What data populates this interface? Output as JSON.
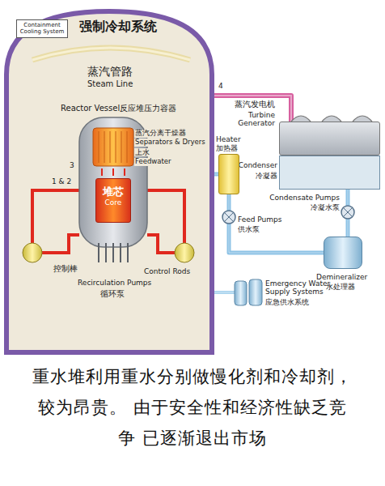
{
  "diagram": {
    "caption": "重水堆利用重水分别做慢化剂和冷却剂，较为昂贵。 由于安全性和经济性缺乏竞争 已逐渐退出市场",
    "nodes": [
      {
        "text": [
          "Containment Cooling System"
        ]
      },
      {
        "text": [
          "Reactor Vessel反应堆压力容器"
        ]
      },
      {
        "text": [
          "堆芯",
          "Core"
        ],
        "in": 1
      },
      {
        "text": [
          "蒸汽发电机",
          "Turbine Generator"
        ]
      },
      {
        "text": [
          "Condenser",
          "冷凝器"
        ]
      },
      {
        "text": [
          "Heater",
          "加热器"
        ]
      },
      {
        "text": [
          "Demineralizer",
          "水处理器"
        ]
      },
      {
        "text": [
          "Emergency Water Supply Systems",
          "应急供水系统"
        ]
      }
    ],
    "edges": [
      {
        "from": 1,
        "to": 3,
        "arrow": "none"
      },
      {
        "from": 4,
        "to": 6,
        "arrow": "none"
      },
      {
        "from": 6,
        "to": 5,
        "arrow": "none"
      },
      {
        "from": 5,
        "to": 1,
        "arrow": "none"
      },
      {
        "from": 7,
        "to": 1,
        "arrow": "none"
      }
    ],
    "labels": [
      "强制冷却系统",
      "蒸汽管路",
      "Steam Line",
      "4",
      "蒸汽分离干燥器",
      "Separators & Dryers",
      "上水",
      "Feedwater",
      "3",
      "1 & 2",
      "控制棒",
      "Control Rods",
      "Recirculation Pumps",
      "循环泵",
      "Condensate Pumps",
      "冷凝水泵",
      "Feed Pumps",
      "供水泵"
    ]
  }
}
